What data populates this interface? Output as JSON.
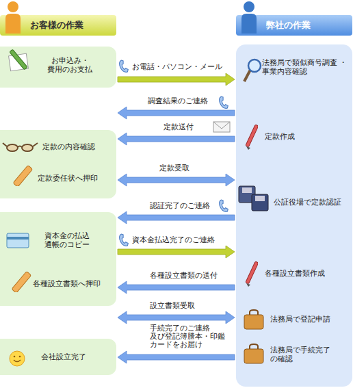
{
  "diagram": {
    "nodes": [
      {
        "text": [
          "お客様の作業"
        ]
      },
      {
        "text": [
          "弊社の作業"
        ]
      },
      {
        "text": []
      },
      {
        "text": [
          "お申込み・ 費用のお支払"
        ],
        "in": 2
      },
      {
        "text": []
      },
      {
        "text": [
          "定款の内容確認"
        ],
        "in": 4
      },
      {
        "text": [
          "定款委任状へ押印"
        ],
        "in": 4
      },
      {
        "text": []
      },
      {
        "text": [
          "資本金の払込 通帳のコピー"
        ],
        "in": 7
      },
      {
        "text": [
          "各種設立書類へ押印"
        ],
        "in": 7
      },
      {
        "text": []
      },
      {
        "text": [
          "会社設立完了"
        ],
        "in": 10
      },
      {
        "text": []
      },
      {
        "text": [
          "法務局で類似商号調査 ・事業内容確認"
        ],
        "in": 12
      },
      {
        "text": [
          "定款作成"
        ],
        "in": 12
      },
      {
        "text": [
          "公証役場で定款認証"
        ],
        "in": 12
      },
      {
        "text": [
          "各種設立書類作成"
        ],
        "in": 12
      },
      {
        "text": [
          "法務局で登記申請"
        ],
        "in": 12
      },
      {
        "text": [
          "法務局で手続完了 の確認"
        ],
        "in": 12
      }
    ],
    "edges": [
      {
        "from": 2,
        "to": 12,
        "arrow": "to",
        "label": "お電話・パソコン・メール"
      },
      {
        "from": 12,
        "to": 4,
        "arrow": "to",
        "label": "調査結果のご連絡"
      },
      {
        "from": 12,
        "to": 4,
        "arrow": "to",
        "label": "定款送付"
      },
      {
        "from": 4,
        "to": 12,
        "arrow": "both",
        "label": "定款受取"
      },
      {
        "from": 12,
        "to": 7,
        "arrow": "to",
        "label": "認証完了のご連絡"
      },
      {
        "from": 7,
        "to": 12,
        "arrow": "to",
        "label": "資本金払込完了のご連絡"
      },
      {
        "from": 12,
        "to": 7,
        "arrow": "to",
        "label": "各種設立書類の送付"
      },
      {
        "from": 7,
        "to": 12,
        "arrow": "both",
        "label": "設立書類受取"
      },
      {
        "from": 12,
        "to": 10,
        "arrow": "to",
        "label": "手続完了のご連絡 及び登記簿謄本・印鑑 カードをお届け"
      }
    ]
  }
}
